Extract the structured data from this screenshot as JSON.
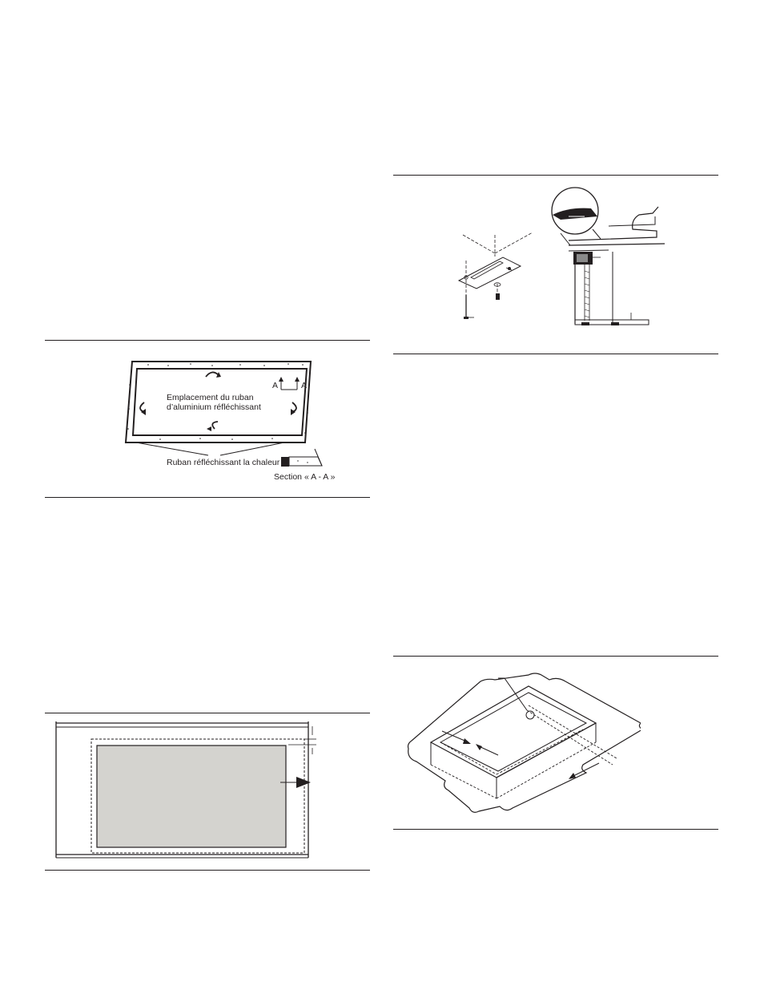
{
  "figure_tape": {
    "emplacement_line1": "Emplacement du ruban",
    "emplacement_line2": "d’aluminium réfléchissant",
    "section_marker_left": "A",
    "section_marker_right": "A",
    "tape_label": "Ruban réfléchissant la chaleur",
    "section_label": "Section « A - A »"
  },
  "icons": {
    "fold_arrows": "curved-arrow-icon",
    "section_arrows": "up-arrow-icon",
    "direction_arrow": "right-arrow-icon"
  },
  "colors": {
    "line": "#231f20",
    "cutout_fill": "#d4d3cf"
  }
}
